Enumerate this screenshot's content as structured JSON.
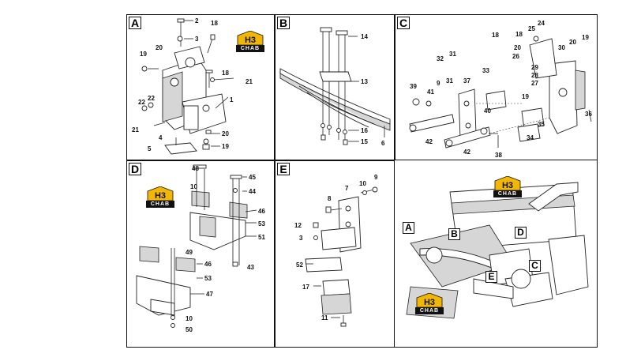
{
  "panels": {
    "A": {
      "label": "A",
      "parts": [
        "2",
        "18",
        "3",
        "20",
        "19",
        "18",
        "21",
        "22",
        "22",
        "1",
        "21",
        "4",
        "20",
        "5",
        "19"
      ]
    },
    "B": {
      "label": "B",
      "parts": [
        "14",
        "13",
        "16",
        "15",
        "6"
      ]
    },
    "C": {
      "label": "C",
      "parts": [
        "24",
        "18",
        "25",
        "18",
        "19",
        "20",
        "26",
        "20",
        "30",
        "32",
        "31",
        "29",
        "28",
        "27",
        "39",
        "9",
        "31",
        "37",
        "33",
        "41",
        "19",
        "40",
        "36",
        "42",
        "35",
        "42",
        "34",
        "38"
      ]
    },
    "D": {
      "label": "D",
      "parts": [
        "48",
        "45",
        "10",
        "44",
        "46",
        "53",
        "51",
        "49",
        "46",
        "53",
        "43",
        "47",
        "10",
        "50"
      ]
    },
    "E": {
      "label": "E",
      "parts": [
        "9",
        "7",
        "10",
        "8",
        "12",
        "3",
        "52",
        "17",
        "11"
      ]
    }
  },
  "overview": {
    "labels": [
      "A",
      "B",
      "D",
      "C",
      "E"
    ]
  },
  "logo": {
    "mark": "H3",
    "text": "CHAB"
  }
}
